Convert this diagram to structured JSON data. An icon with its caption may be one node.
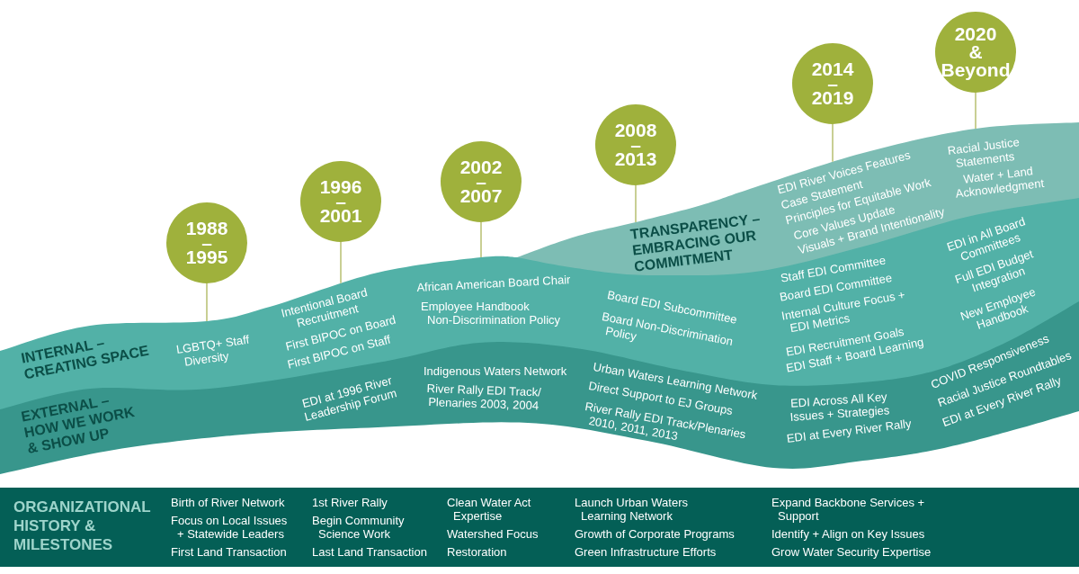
{
  "diagram": {
    "nodes": [
      {
        "text": [
          "1988 – 1995"
        ]
      },
      {
        "text": [
          "1996 – 2001"
        ]
      },
      {
        "text": [
          "2002 – 2007"
        ]
      },
      {
        "text": [
          "2008 – 2013"
        ]
      },
      {
        "text": [
          "2014 – 2019"
        ]
      },
      {
        "text": [
          "2020 & Beyond"
        ]
      },
      {
        "text": [
          "TRANSPARENCY – EMBRACING OUR COMMITMENT",
          "EDI River Voices Features",
          "Case Statement",
          "Principles for Equitable Work",
          "Core Values Update",
          "Visuals + Brand Intentionality",
          "Racial Justice Statements",
          "Water + Land Acknowledgment"
        ]
      },
      {
        "text": [
          "INTERNAL – CREATING SPACE",
          "LGBTQ+ Staff Diversity",
          "Intentional Board Recruitment",
          "First BIPOC on Board",
          "First BIPOC on Staff",
          "African American Board Chair",
          "Employee Handbook Non-Discrimination Policy",
          "Board EDI Subcommittee",
          "Board Non-Discrimination Policy",
          "Staff EDI Committee",
          "Board EDI Committee",
          "Internal Culture Focus + EDI Metrics",
          "EDI Recruitment Goals",
          "EDI Staff + Board Learning",
          "EDI in All Board Committees",
          "Full EDI Budget Integration",
          "New Employee Handbook"
        ]
      },
      {
        "text": [
          "EXTERNAL – HOW WE WORK & SHOW UP",
          "EDI at 1996 River Leadership Forum",
          "Indigenous Waters Network",
          "River Rally EDI Track/ Plenaries 2003, 2004",
          "Urban Waters Learning Network",
          "Direct Support to EJ Groups",
          "River Rally EDI Track/Plenaries 2010, 2011, 2013",
          "EDI Across All Key Issues + Strategies",
          "EDI at Every River Rally",
          "COVID Responsiveness",
          "Racial Justice Roundtables",
          "EDI at Every River Rally"
        ]
      },
      {
        "text": [
          "ORGANIZATIONAL HISTORY & MILESTONES",
          "Birth of River Network",
          "Focus on Local Issues + Statewide Leaders",
          "First Land Transaction",
          "1st River Rally",
          "Begin Community Science Work",
          "Last Land Transaction",
          "Clean Water Act Expertise",
          "Watershed Focus",
          "Restoration",
          "Launch Urban Waters Learning Network",
          "Growth of Corporate Programs",
          "Green Infrastructure Efforts",
          "Expand Backbone Services + Support",
          "Identify + Align on Key Issues",
          "Grow Water Security Expertise"
        ]
      }
    ],
    "edges": [
      {
        "from": 0,
        "to": 7,
        "arrow": "none"
      },
      {
        "from": 1,
        "to": 7,
        "arrow": "none"
      },
      {
        "from": 2,
        "to": 7,
        "arrow": "none"
      },
      {
        "from": 3,
        "to": 6,
        "arrow": "none"
      },
      {
        "from": 4,
        "to": 6,
        "arrow": "none"
      },
      {
        "from": 5,
        "to": 6,
        "arrow": "none"
      }
    ]
  }
}
